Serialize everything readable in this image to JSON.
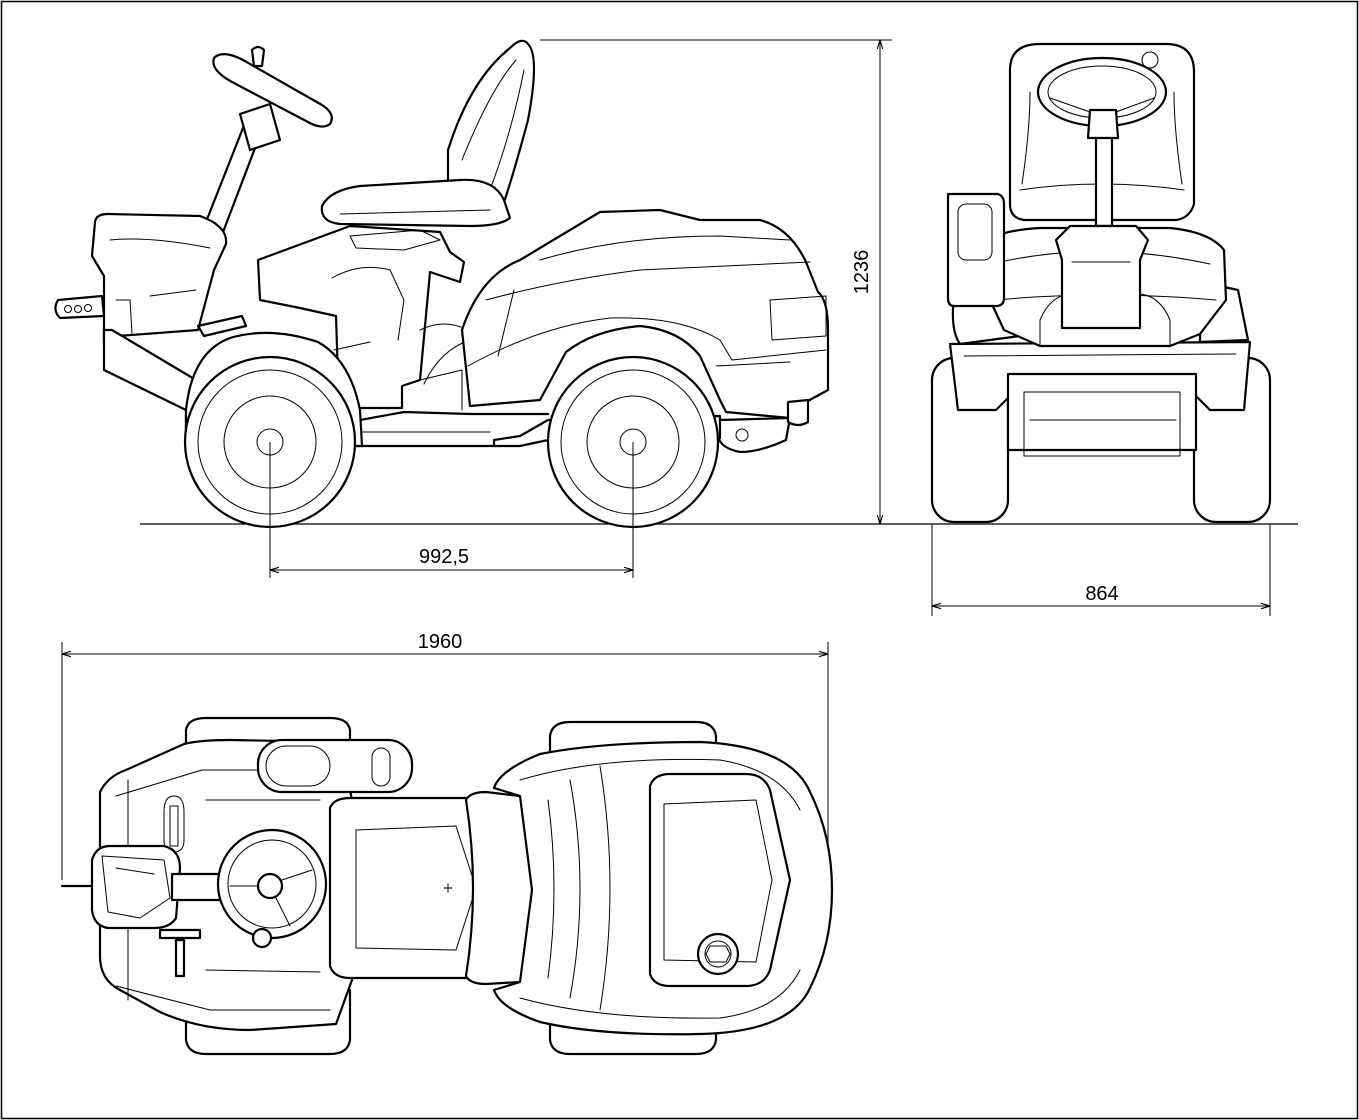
{
  "drawing": {
    "dimensions": {
      "wheelbase": "992,5",
      "height": "1236",
      "track_width": "864",
      "overall_length": "1960"
    }
  },
  "colors": {
    "line": "#000000",
    "background": "#ffffff"
  }
}
